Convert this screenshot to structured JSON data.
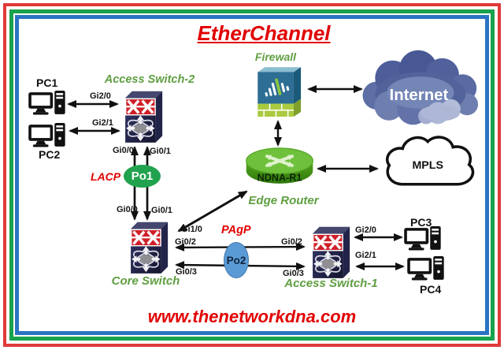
{
  "title": "EtherChannel",
  "website": "www.thenetworkdna.com",
  "colors": {
    "title_red": "#e10000",
    "label_green": "#5f9e41",
    "po1_fill": "#21a24f",
    "po2_fill": "#5b9bd5",
    "border_red": "#e03a3a",
    "border_green": "#18a24e",
    "border_blue": "#2b74c4",
    "switch_band_red": "#cf1f27",
    "router_green": "#6fc13c"
  },
  "nodes": {
    "firewall": {
      "label": "Firewall",
      "icon": "firewall-icon"
    },
    "internet": {
      "label": "Internet",
      "icon": "internet-cloud-icon"
    },
    "mpls": {
      "label": "MPLS",
      "icon": "mpls-cloud-icon"
    },
    "edge_router": {
      "name": "NDNA-R1",
      "label": "Edge Router",
      "icon": "router-icon"
    },
    "access_switch_2": {
      "label": "Access Switch-2",
      "icon": "multilayer-switch-icon"
    },
    "core_switch": {
      "label": "Core Switch",
      "icon": "multilayer-switch-icon"
    },
    "access_switch_1": {
      "label": "Access Switch-1",
      "icon": "multilayer-switch-icon"
    },
    "pc1": {
      "label": "PC1",
      "icon": "pc-icon"
    },
    "pc2": {
      "label": "PC2",
      "icon": "pc-icon"
    },
    "pc3": {
      "label": "PC3",
      "icon": "pc-icon"
    },
    "pc4": {
      "label": "PC4",
      "icon": "pc-icon"
    }
  },
  "etherchannels": {
    "po1": {
      "label": "Po1",
      "protocol": "LACP"
    },
    "po2": {
      "label": "Po2",
      "protocol": "PAgP"
    }
  },
  "ports": {
    "sw2_gi2_0": "Gi2/0",
    "sw2_gi2_1": "Gi2/1",
    "sw2_gi0_0": "Gi0/0",
    "sw2_gi0_1": "Gi0/1",
    "core_gi0_0": "Gi0/0",
    "core_gi0_1": "Gi0/1",
    "core_gi1_0": "Gi1/0",
    "core_gi0_2": "Gi0/2",
    "core_gi0_3": "Gi0/3",
    "sw1_gi0_2": "Gi0/2",
    "sw1_gi0_3": "Gi0/3",
    "sw1_gi2_0": "Gi2/0",
    "sw1_gi2_1": "Gi2/1"
  }
}
